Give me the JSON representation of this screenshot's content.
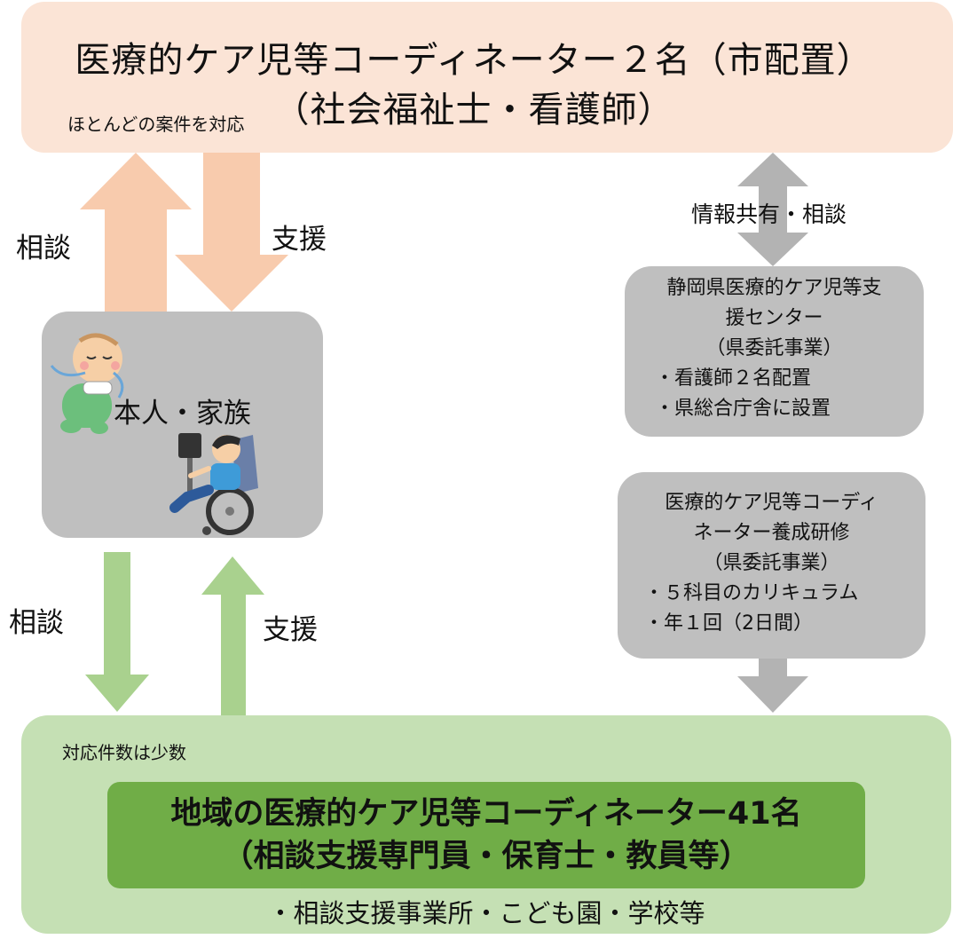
{
  "top": {
    "title": "医療的ケア児等コーディネーター２名（市配置）\n（社会福祉士・看護師）",
    "note": "ほとんどの案件を対応"
  },
  "family": {
    "label": "本人・家族"
  },
  "edges": {
    "top_consult": "相談",
    "top_support": "支援",
    "bottom_consult": "相談",
    "bottom_support": "支援",
    "info_share": "情報共有・相談"
  },
  "center_box": {
    "lines": [
      "静岡県医療的ケア児等支",
      "援センター",
      "（県委託事業）",
      "・看護師２名配置",
      "・県総合庁舎に設置"
    ]
  },
  "training_box": {
    "lines": [
      "医療的ケア児等コーディ",
      "ネーター養成研修",
      "（県委託事業）",
      "・５科目のカリキュラム",
      "・年１回（2日間）"
    ]
  },
  "bottom": {
    "note": "対応件数は少数",
    "title_line1": "地域の医療的ケア児等コーディネーター41名",
    "title_line2": "（相談支援専門員・保育士・教員等）",
    "sub": "・相談支援事業所・こども園・学校等"
  },
  "colors": {
    "orange_box": "#fbe4d6",
    "orange_arrow": "#f8cbad",
    "gray_box": "#bfbfbf",
    "gray_arrow": "#b3b3b3",
    "green_box": "#c5e0b4",
    "green_arrow": "#a9d18e",
    "green_dark": "#70ad47"
  },
  "icons": [
    "baby-with-oxygen-icon",
    "child-in-wheelchair-icon"
  ]
}
